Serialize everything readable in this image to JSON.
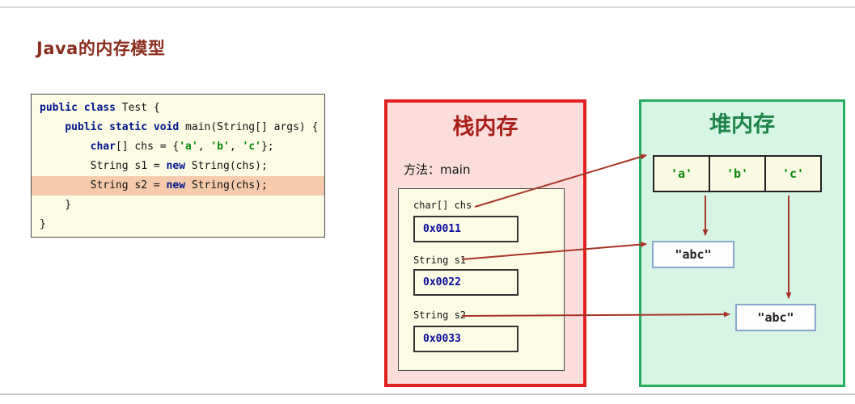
{
  "page": {
    "title": "Java的内存模型"
  },
  "colors": {
    "title_text": "#8B2E1F",
    "arrow": "#A93226",
    "stack_border": "#E12120",
    "stack_bg": "#FBDEDB",
    "stack_title_text": "#A91F1A",
    "heap_border": "#27AE60",
    "heap_bg": "#D7F5E4",
    "heap_title_text": "#1E8449",
    "code_bg": "#FCFCE4",
    "highlight_line_bg": "#F6CBAD",
    "keyword": "#00148C",
    "char_literal": "#0B8A0B",
    "address_text": "#0A0A9E",
    "string_box_border": "#85A8CC"
  },
  "code": {
    "lines": [
      {
        "highlight": false,
        "tokens": [
          {
            "t": "public",
            "c": "k"
          },
          {
            "t": " ",
            "c": "p"
          },
          {
            "t": "class",
            "c": "k"
          },
          {
            "t": " Test {",
            "c": "p"
          }
        ]
      },
      {
        "highlight": false,
        "tokens": [
          {
            "t": "    ",
            "c": "p"
          },
          {
            "t": "public",
            "c": "k"
          },
          {
            "t": " ",
            "c": "p"
          },
          {
            "t": "static",
            "c": "k"
          },
          {
            "t": " ",
            "c": "p"
          },
          {
            "t": "void",
            "c": "k"
          },
          {
            "t": " main(String[] args) {",
            "c": "p"
          }
        ]
      },
      {
        "highlight": false,
        "tokens": [
          {
            "t": "        ",
            "c": "p"
          },
          {
            "t": "char",
            "c": "k"
          },
          {
            "t": "[] chs = {",
            "c": "p"
          },
          {
            "t": "'a'",
            "c": "s"
          },
          {
            "t": ", ",
            "c": "p"
          },
          {
            "t": "'b'",
            "c": "s"
          },
          {
            "t": ", ",
            "c": "p"
          },
          {
            "t": "'c'",
            "c": "s"
          },
          {
            "t": "};",
            "c": "p"
          }
        ]
      },
      {
        "highlight": false,
        "tokens": [
          {
            "t": "        String s1 = ",
            "c": "p"
          },
          {
            "t": "new",
            "c": "k"
          },
          {
            "t": " String(chs);",
            "c": "p"
          }
        ]
      },
      {
        "highlight": true,
        "tokens": [
          {
            "t": "        String s2 = ",
            "c": "p"
          },
          {
            "t": "new",
            "c": "k"
          },
          {
            "t": " String(chs);",
            "c": "p"
          }
        ]
      },
      {
        "highlight": false,
        "tokens": [
          {
            "t": "    }",
            "c": "p"
          }
        ]
      },
      {
        "highlight": false,
        "tokens": [
          {
            "t": "}",
            "c": "p"
          }
        ]
      }
    ]
  },
  "stack": {
    "title": "栈内存",
    "method_label": "方法：main",
    "frame": {
      "vars": [
        {
          "label": "char[] chs",
          "value": "0x0011"
        },
        {
          "label": "String s1",
          "value": "0x0022"
        },
        {
          "label": "String s2",
          "value": "0x0033"
        }
      ]
    }
  },
  "heap": {
    "title": "堆内存",
    "char_array": [
      "'a'",
      "'b'",
      "'c'"
    ],
    "strings": [
      "\"abc\"",
      "\"abc\""
    ]
  }
}
